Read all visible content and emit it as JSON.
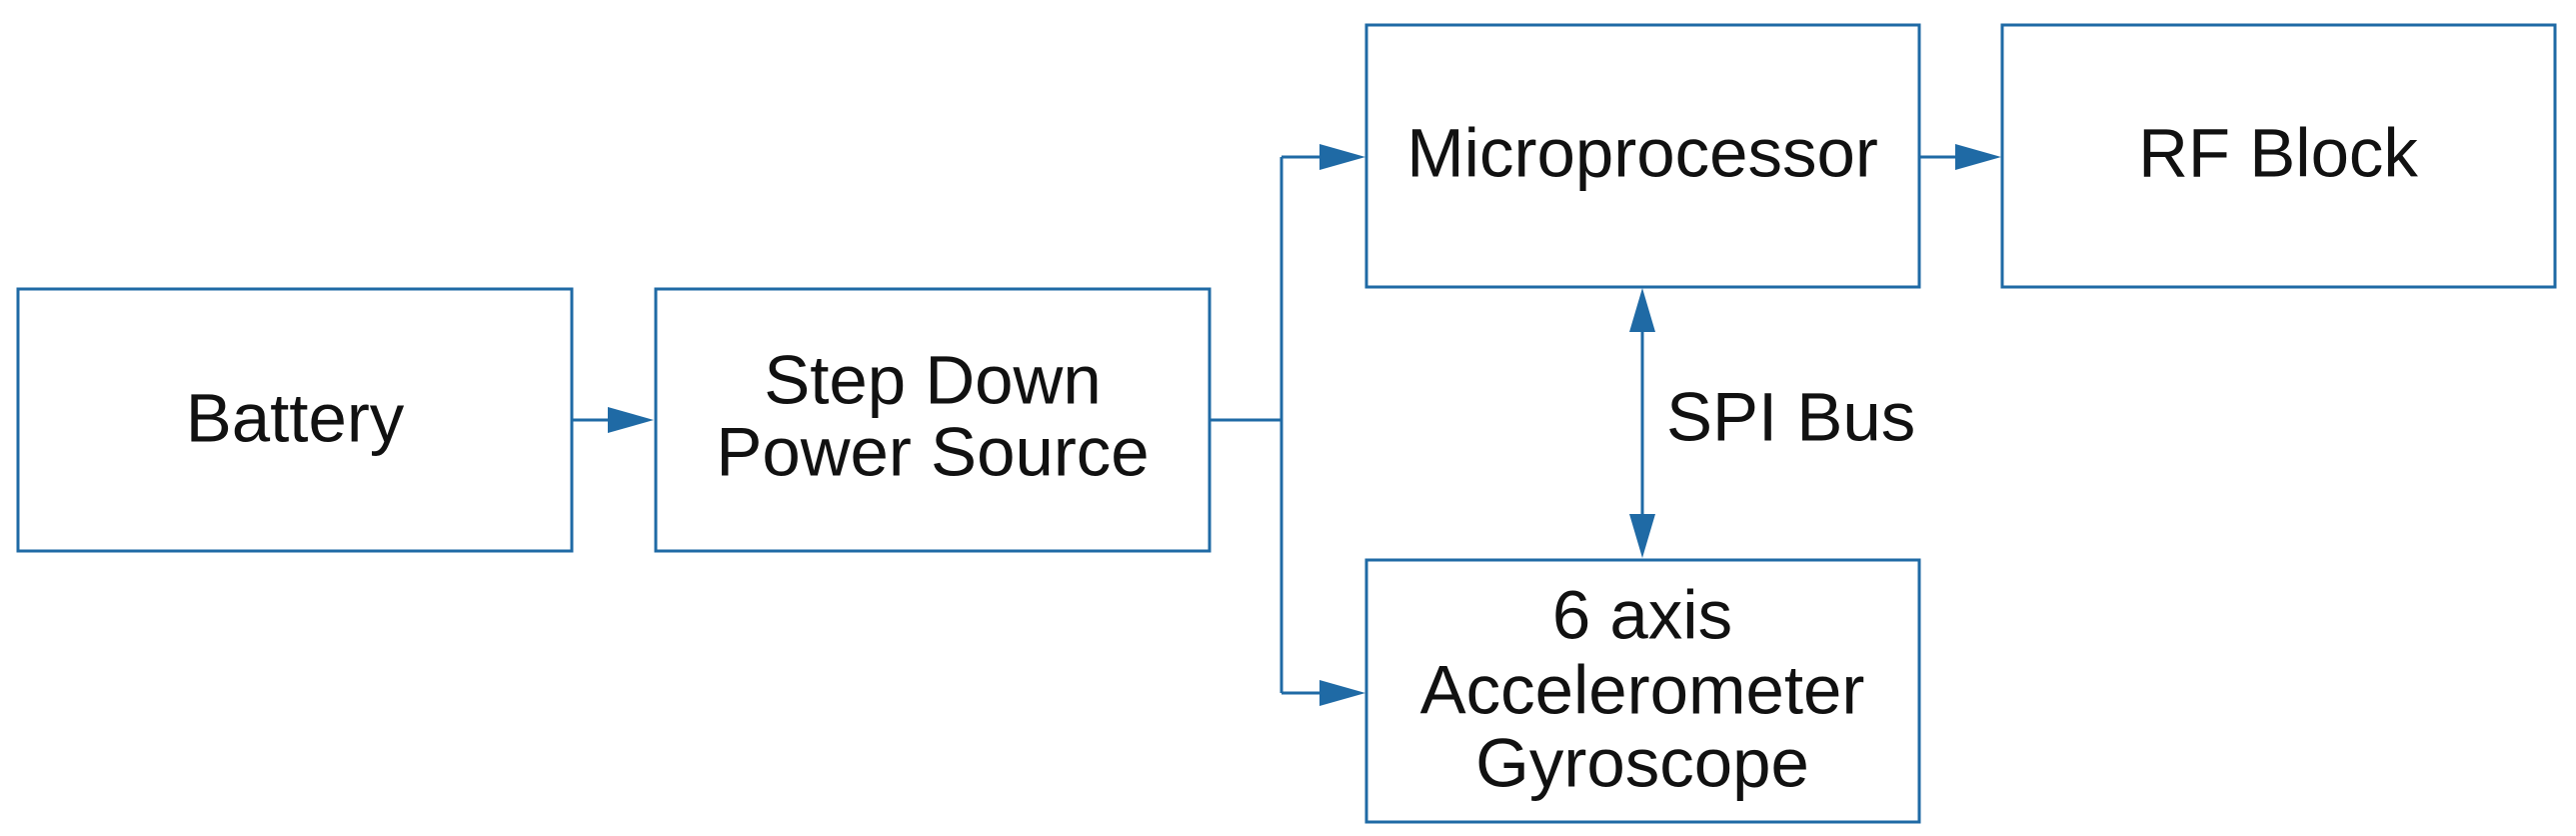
{
  "colors": {
    "line": "#1f6aa5",
    "text": "#111111",
    "background": "#ffffff"
  },
  "blocks": {
    "battery": {
      "lines": [
        "Battery"
      ]
    },
    "step_down": {
      "lines": [
        "Step Down",
        "Power Source"
      ]
    },
    "microprocessor": {
      "lines": [
        "Microprocessor"
      ]
    },
    "rf_block": {
      "lines": [
        "RF Block"
      ]
    },
    "imu": {
      "lines": [
        "6 axis",
        "Accelerometer",
        "Gyroscope"
      ]
    }
  },
  "connections": {
    "spi_label": "SPI Bus"
  }
}
